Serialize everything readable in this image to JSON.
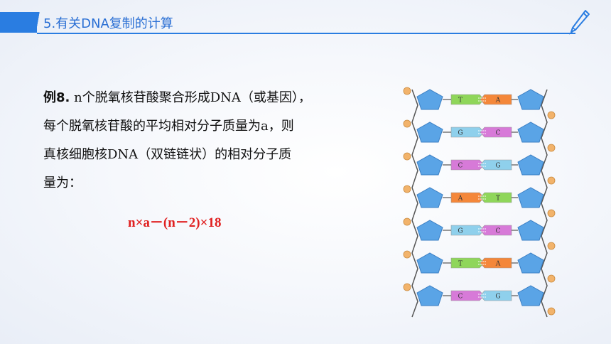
{
  "header": {
    "title": "5.有关DNA复制的计算"
  },
  "problem": {
    "label": "例8.",
    "lines": [
      " n个脱氧核苷酸聚合形成DNA（或基因），",
      "每个脱氧核苷酸的平均相对分子质量为a，则",
      "真核细胞核DNA（双链链状）的相对分子质",
      "量为："
    ]
  },
  "answer": {
    "formula": "n×a－(n－2)×18"
  },
  "dna": {
    "pairs": [
      {
        "left": "T",
        "right": "A"
      },
      {
        "left": "G",
        "right": "C"
      },
      {
        "left": "C",
        "right": "G"
      },
      {
        "left": "A",
        "right": "T"
      },
      {
        "left": "G",
        "right": "C"
      },
      {
        "left": "T",
        "right": "A"
      },
      {
        "left": "C",
        "right": "G"
      }
    ],
    "base_colors": {
      "A": "#f4873a",
      "T": "#8fd65a",
      "G": "#8fd0ec",
      "C": "#d77ad8"
    },
    "sugar_color": "#5aa4e6",
    "phosphate_color": "#f2b36b",
    "accent": "#2a7de1"
  }
}
